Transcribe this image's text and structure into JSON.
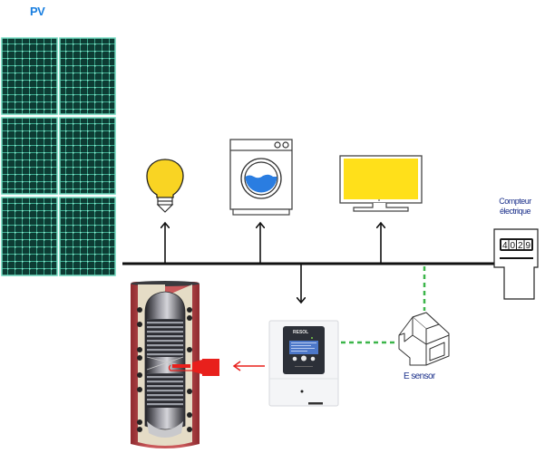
{
  "diagram": {
    "pv": {
      "label": "PV",
      "panel_rows": 3,
      "panel_cols": 2
    },
    "meter": {
      "label_line1": "Compteur",
      "label_line2": "électrique",
      "reading": [
        "4",
        "0",
        "2",
        "9"
      ]
    },
    "esensor": {
      "label": "E sensor"
    },
    "controller": {
      "brand": "RESOL"
    },
    "loads": [
      "lightbulb",
      "washing-machine",
      "monitor"
    ],
    "colors": {
      "pv_label": "#1a7fe0",
      "text_blue": "#1a2f8a",
      "panel_dark": "#0d3b33",
      "panel_line": "#5fd3b4",
      "bulb_yellow": "#f9d423",
      "monitor_yellow": "#ffe01a",
      "water_blue": "#2a7de1",
      "signal_green": "#3cb54a",
      "heat_red": "#e8201c",
      "tank_red": "#b8474a"
    }
  }
}
